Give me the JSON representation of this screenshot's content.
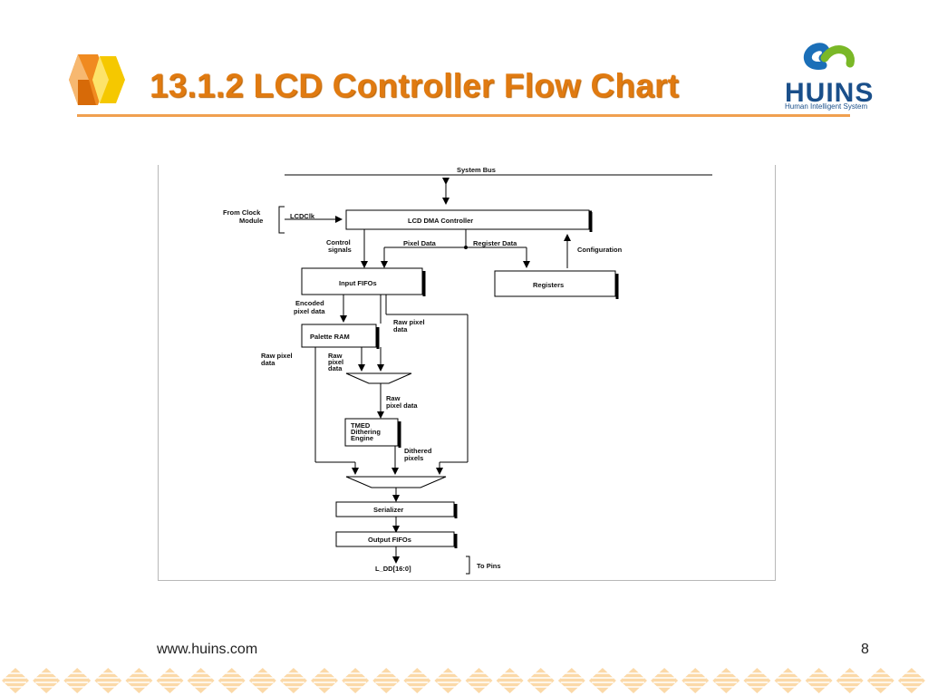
{
  "slide": {
    "title": "13.1.2  LCD Controller Flow Chart",
    "logo": {
      "name": "HUINS",
      "tagline": "Human Intelligent System"
    },
    "footer_url": "www.huins.com",
    "page_number": "8",
    "accent_color": "#e07a10",
    "brand_color": "#1a4f8a"
  },
  "diagram": {
    "system_bus": "System Bus",
    "from_clock_1": "From Clock",
    "from_clock_2": "Module",
    "lcdclk": "LCDClk",
    "dma_controller": "LCD DMA Controller",
    "control_signals_1": "Control",
    "control_signals_2": "signals",
    "pixel_data": "Pixel Data",
    "register_data": "Register Data",
    "configuration": "Configuration",
    "input_fifos": "Input FIFOs",
    "registers": "Registers",
    "encoded_1": "Encoded",
    "encoded_2": "pixel data",
    "raw_right_1": "Raw pixel",
    "raw_right_2": "data",
    "palette_ram": "Palette RAM",
    "raw_left_1": "Raw pixel",
    "raw_left_2": "data",
    "raw_mid_1": "Raw",
    "raw_mid_2": "pixel",
    "raw_mid_3": "data",
    "raw_mux_1": "Raw",
    "raw_mux_2": "pixel data",
    "tmed_1": "TMED",
    "tmed_2": "Dithering",
    "tmed_3": "Engine",
    "dithered_1": "Dithered",
    "dithered_2": "pixels",
    "serializer": "Serializer",
    "output_fifos": "Output FIFOs",
    "lcd_pins": "L_DD[16:0]",
    "to_pins": "To Pins"
  }
}
